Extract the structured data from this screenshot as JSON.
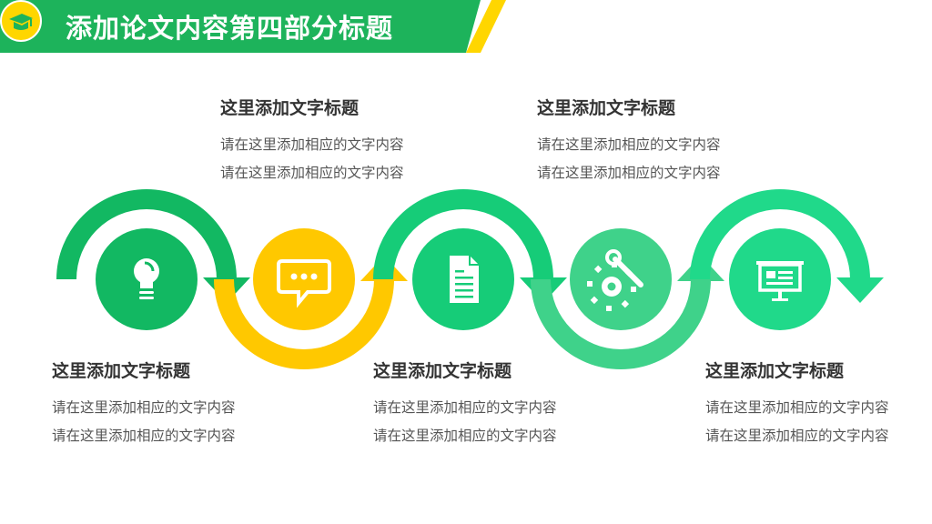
{
  "header": {
    "title": "添加论文内容第四部分标题",
    "logo_icon": "graduation-cap-logo-icon",
    "colors": {
      "green": "#1db35b",
      "yellow": "#ffd600"
    }
  },
  "steps": [
    {
      "icon": "lightbulb-icon",
      "color": "#12b862",
      "title": "这里添加文字标题",
      "text": "请在这里添加相应的文字内容请在这里添加相应的文字内容"
    },
    {
      "icon": "chat-bubble-icon",
      "color": "#ffc800",
      "title": "这里添加文字标题",
      "text": "请在这里添加相应的文字内容请在这里添加相应的文字内容"
    },
    {
      "icon": "document-icon",
      "color": "#16cc78",
      "title": "这里添加文字标题",
      "text": "请在这里添加相应的文字内容请在这里添加相应的文字内容"
    },
    {
      "icon": "wrench-gear-icon",
      "color": "#3fd28a",
      "title": "这里添加文字标题",
      "text": "请在这里添加相应的文字内容请在这里添加相应的文字内容"
    },
    {
      "icon": "presentation-board-icon",
      "color": "#20d98a",
      "title": "这里添加文字标题",
      "text": "请在这里添加相应的文字内容请在这里添加相应的文字内容"
    }
  ]
}
